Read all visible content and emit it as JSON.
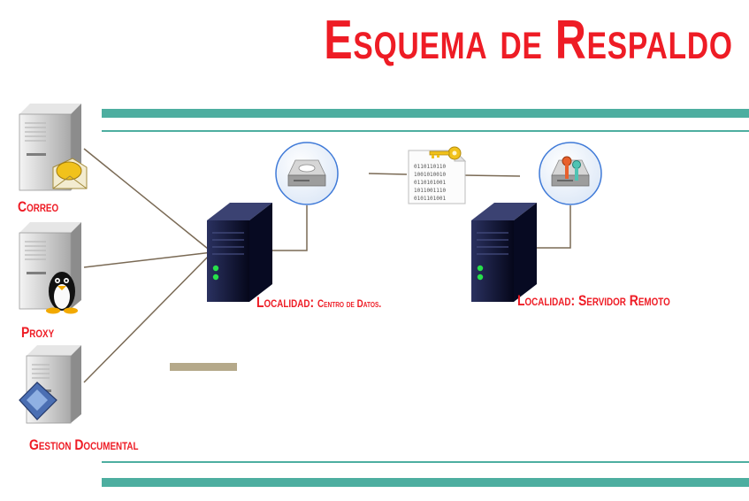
{
  "title": "Esquema de Respaldo",
  "nodes": {
    "correo": "Correo",
    "proxy": "Proxy",
    "gestion": "Gestion Documental",
    "local_prefix": "Localidad:",
    "local_name": "Centro de Datos.",
    "remote": "Localidad: Servidor Remoto"
  },
  "colors": {
    "title": "#ee1c25",
    "labels": "#ee1c25",
    "band": "#4daea0",
    "line": "#7a6a55",
    "accent_bar": "#b5a98a",
    "server_dark": "#0d1130"
  },
  "icons": [
    "mail-server-icon",
    "linux-proxy-server-icon",
    "document-server-icon",
    "tower-server-icon",
    "disk-icon",
    "encrypted-file-icon",
    "secure-disk-icon"
  ]
}
